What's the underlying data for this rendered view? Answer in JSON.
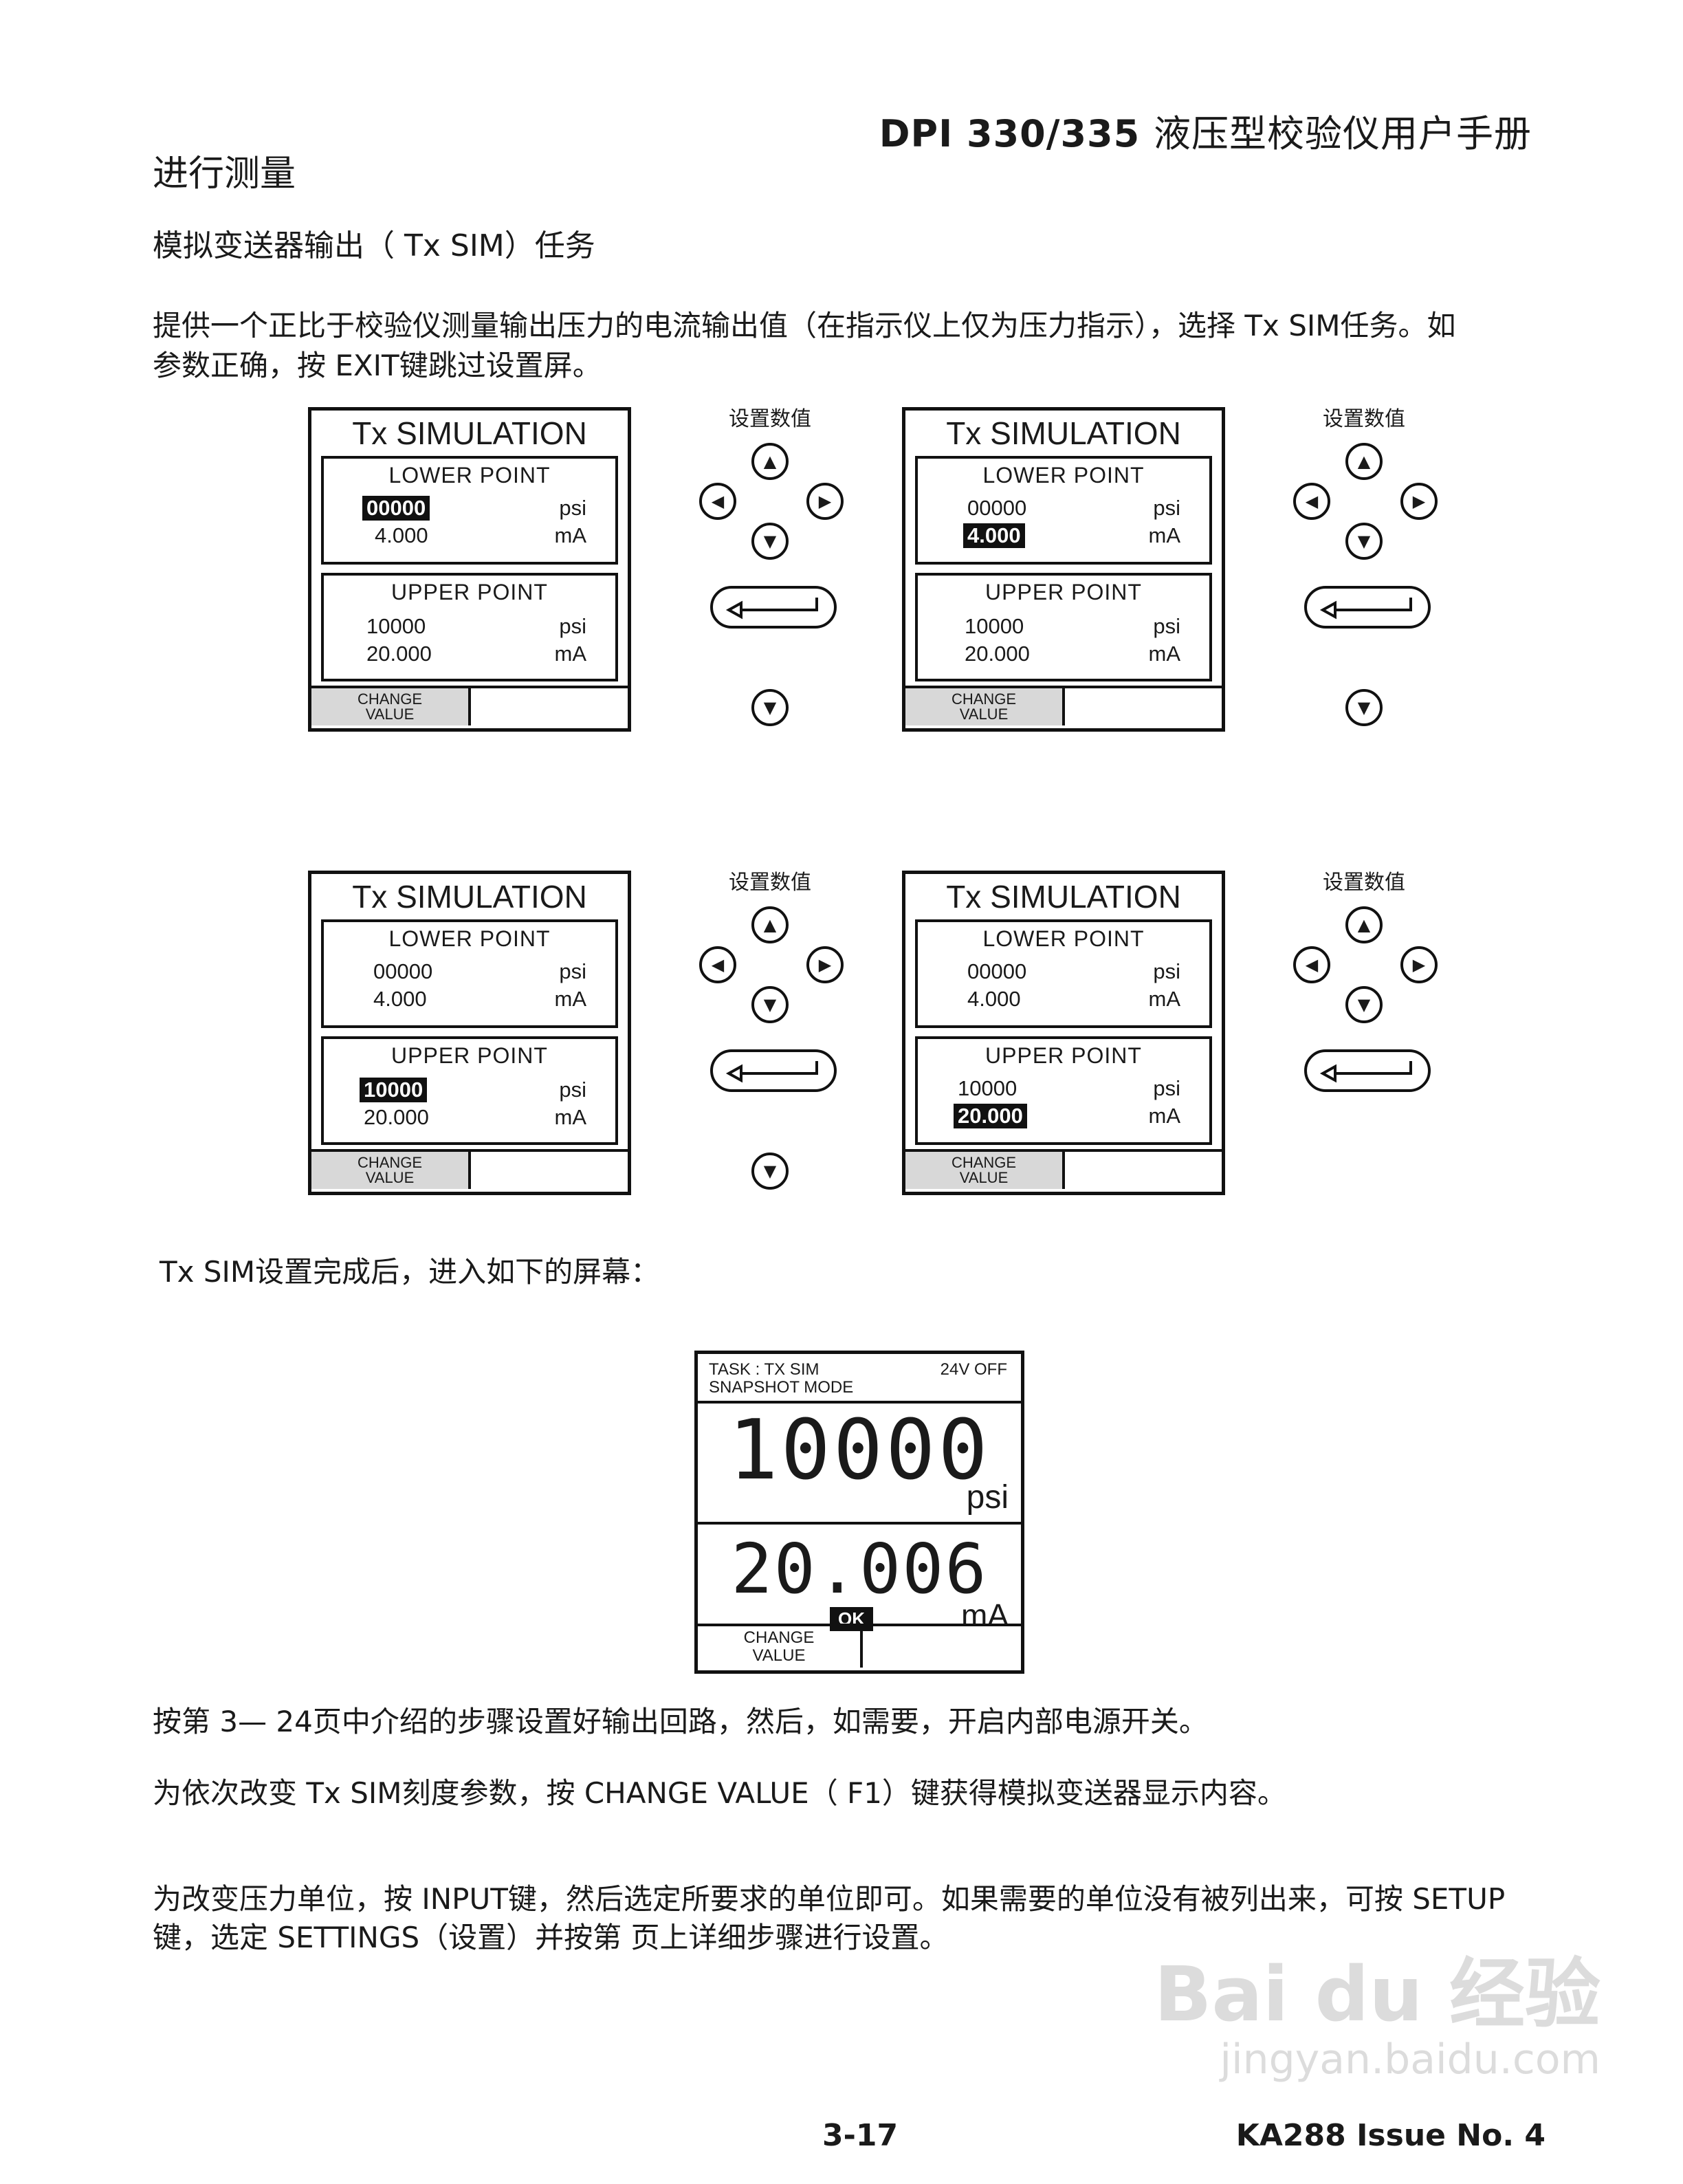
{
  "header": {
    "model": "DPI 330/335",
    "title_cn": "液压型校验仪用户手册"
  },
  "section_title": "进行测量",
  "subsection_title": "模拟变送器输出（ Tx SIM）任务",
  "intro_line1": "提供一个正比于校验仪测量输出压力的电流输出值（在指示仪上仅为压力指示），选择 Tx SIM任务。如",
  "intro_line2": "参数正确，按 EXIT键跳过设置屏。",
  "panels": [
    {
      "title": "Tx SIMULATION",
      "lower_label": "LOWER  POINT",
      "lower_p": "00000",
      "lower_ma": "4.000",
      "upper_label": "UPPER  POINT",
      "upper_p": "10000",
      "upper_ma": "20.000",
      "unit_p": "psi",
      "unit_ma": "mA",
      "softkey_l1": "CHANGE",
      "softkey_l2": "VALUE"
    },
    {
      "title": "Tx SIMULATION",
      "lower_label": "LOWER  POINT",
      "lower_p": "00000",
      "lower_ma": "4.000",
      "upper_label": "UPPER  POINT",
      "upper_p": "10000",
      "upper_ma": "20.000",
      "unit_p": "psi",
      "unit_ma": "mA",
      "softkey_l1": "CHANGE",
      "softkey_l2": "VALUE"
    },
    {
      "title": "Tx SIMULATION",
      "lower_label": "LOWER  POINT",
      "lower_p": "00000",
      "lower_ma": "4.000",
      "upper_label": "UPPER  POINT",
      "upper_p": "10000",
      "upper_ma": "20.000",
      "unit_p": "psi",
      "unit_ma": "mA",
      "softkey_l1": "CHANGE",
      "softkey_l2": "VALUE"
    },
    {
      "title": "Tx SIMULATION",
      "lower_label": "LOWER  POINT",
      "lower_p": "00000",
      "lower_ma": "4.000",
      "upper_label": "UPPER  POINT",
      "upper_p": "10000",
      "upper_ma": "20.000",
      "unit_p": "psi",
      "unit_ma": "mA",
      "softkey_l1": "CHANGE",
      "softkey_l2": "VALUE"
    }
  ],
  "keypad_label": "设置数值",
  "icons": {
    "up": "▲",
    "down": "▼",
    "left": "◀",
    "right": "▶"
  },
  "after_setup": "Tx SIM设置完成后，进入如下的屏幕：",
  "display": {
    "task": "TASK : TX SIM",
    "mode": "SNAPSHOT MODE",
    "power": "24V  OFF",
    "pressure": "10000",
    "pressure_unit": "psi",
    "current": "20.006",
    "current_unit": "mA",
    "status": "OK",
    "softkey_l1": "CHANGE",
    "softkey_l2": "VALUE"
  },
  "para1": "按第 3— 24页中介绍的步骤设置好输出回路，然后，如需要，开启内部电源开关。",
  "para2": "为依次改变 Tx SIM刻度参数，按 CHANGE VALUE（ F1）键获得模拟变送器显示内容。",
  "para3_line1": "为改变压力单位，按 INPUT键，然后选定所要求的单位即可。如果需要的单位没有被列出来，可按 SETUP",
  "para3_line2": "键，选定 SETTINGS（设置）并按第    页上详细步骤进行设置。",
  "watermark": {
    "brand": "Bai du 经验",
    "url": "jingyan.baidu.com"
  },
  "footer": {
    "page": "3-17",
    "issue": "KA288 Issue No. 4"
  }
}
